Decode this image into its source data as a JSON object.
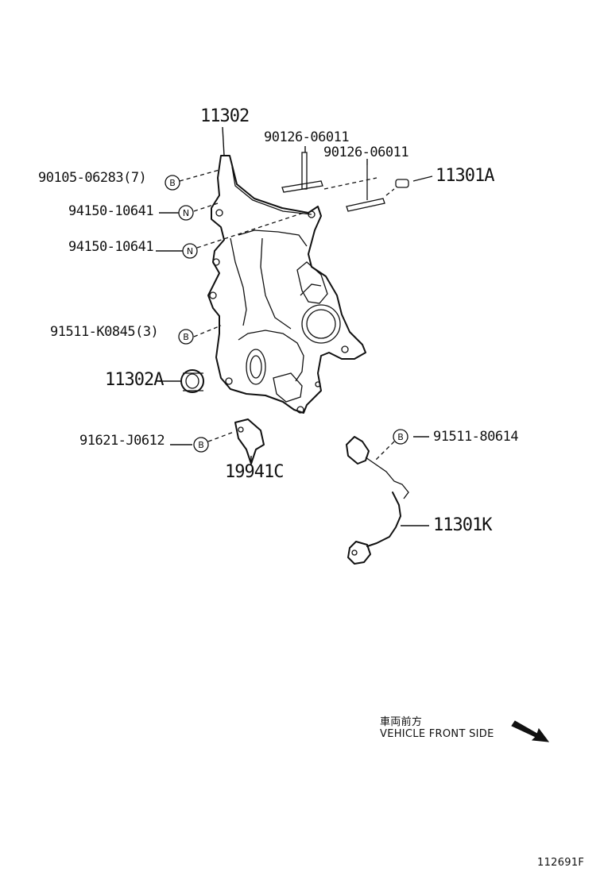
{
  "parts": {
    "p11302": "11302",
    "p90126_a": "90126-06011",
    "p90126_b": "90126-06011",
    "p90105": "90105-06283(7)",
    "p11301A": "11301A",
    "p94150_a": "94150-10641",
    "p94150_b": "94150-10641",
    "p91511_k": "91511-K0845(3)",
    "p11302A": "11302A",
    "p91621": "91621-J0612",
    "p91511_8": "91511-80614",
    "p19941C": "19941C",
    "p11301K": "11301K"
  },
  "markers": {
    "bolt": "B",
    "nut": "N"
  },
  "orientation": {
    "jp": "車両前方",
    "en": "VEHICLE FRONT SIDE"
  },
  "diagram_id": "112691F"
}
